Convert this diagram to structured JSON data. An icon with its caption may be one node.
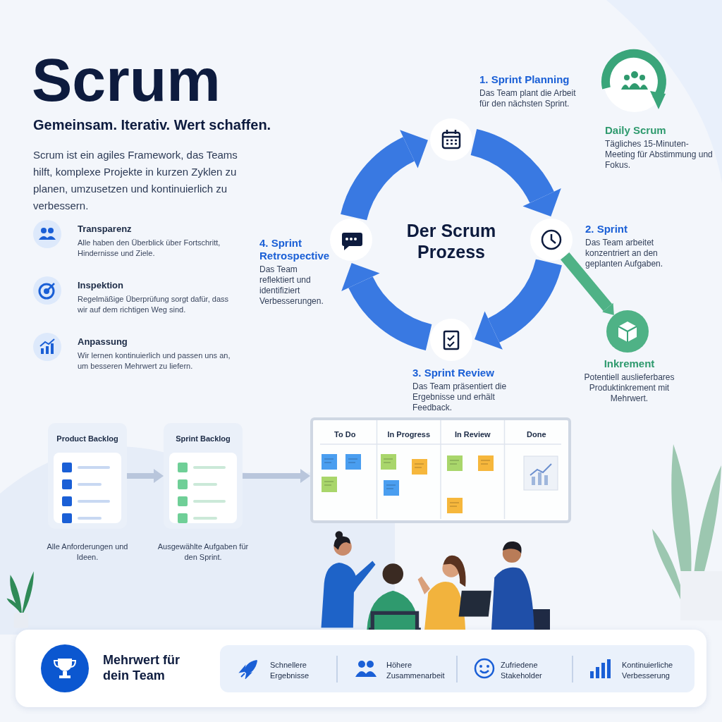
{
  "diagram": {
    "title": "Scrum",
    "nodes": [
      {
        "text": [
          "1. Sprint Planning",
          "Das Team plant die Arbeit für den nächsten Sprint."
        ]
      },
      {
        "text": [
          "2. Sprint",
          "Das Team arbeitet konzentriert an den geplanten Aufgaben."
        ]
      },
      {
        "text": [
          "3. Sprint Review",
          "Das Team präsentiert die Ergebnisse und erhält Feedback."
        ]
      },
      {
        "text": [
          "4. Sprint Retrospective",
          "Das Team reflektiert und identifiziert Verbesserungen."
        ]
      },
      {
        "text": [
          "Daily Scrum",
          "Tägliches 15-Minuten-Meeting für Abstimmung und Fokus."
        ]
      },
      {
        "text": [
          "Inkrement",
          "Potentiell auslieferbares Produktinkrement mit Mehrwert."
        ]
      },
      {
        "text": [
          "Product Backlog"
        ],
        "beside": [
          "Alle Anforderungen und Ideen."
        ]
      },
      {
        "text": [
          "Sprint Backlog"
        ],
        "beside": [
          "Ausgewählte Aufgaben für den Sprint."
        ]
      },
      {
        "text": [
          "To Do",
          "In Progress",
          "In Review",
          "Done"
        ]
      }
    ],
    "edges": [
      {
        "from": 0,
        "to": 1,
        "arrow": "to"
      },
      {
        "from": 1,
        "to": 2,
        "arrow": "to"
      },
      {
        "from": 2,
        "to": 3,
        "arrow": "to"
      },
      {
        "from": 3,
        "to": 0,
        "arrow": "to"
      },
      {
        "from": 1,
        "to": 5,
        "arrow": "to",
        "color": "#4fb286"
      },
      {
        "from": 6,
        "to": 7,
        "arrow": "to",
        "color": "#b9c6dc"
      },
      {
        "from": 7,
        "to": 8,
        "arrow": "to",
        "color": "#b9c6dc"
      }
    ],
    "labels": [
      "Gemeinsam. Iterativ. Wert schaffen.",
      "Scrum ist ein agiles Framework, das Teams hilft, komplexe Projekte in kurzen Zyklen zu planen, umzusetzen und kontinuierlich zu verbessern.",
      "Transparenz",
      "Alle haben den Überblick über Fortschritt, Hindernisse und Ziele.",
      "Inspektion",
      "Regelmäßige Überprüfung sorgt dafür, dass wir auf dem richtigen Weg sind.",
      "Anpassung",
      "Wir lernen kontinuierlich und passen uns an, um besseren Mehrwert zu liefern.",
      "Der Scrum Prozess",
      "Mehrwert für dein Team",
      "Schnellere Ergebnisse",
      "Höhere Zusammenarbeit",
      "Zufriedene Stakeholder",
      "Kontinuierliche Verbesserung"
    ]
  }
}
